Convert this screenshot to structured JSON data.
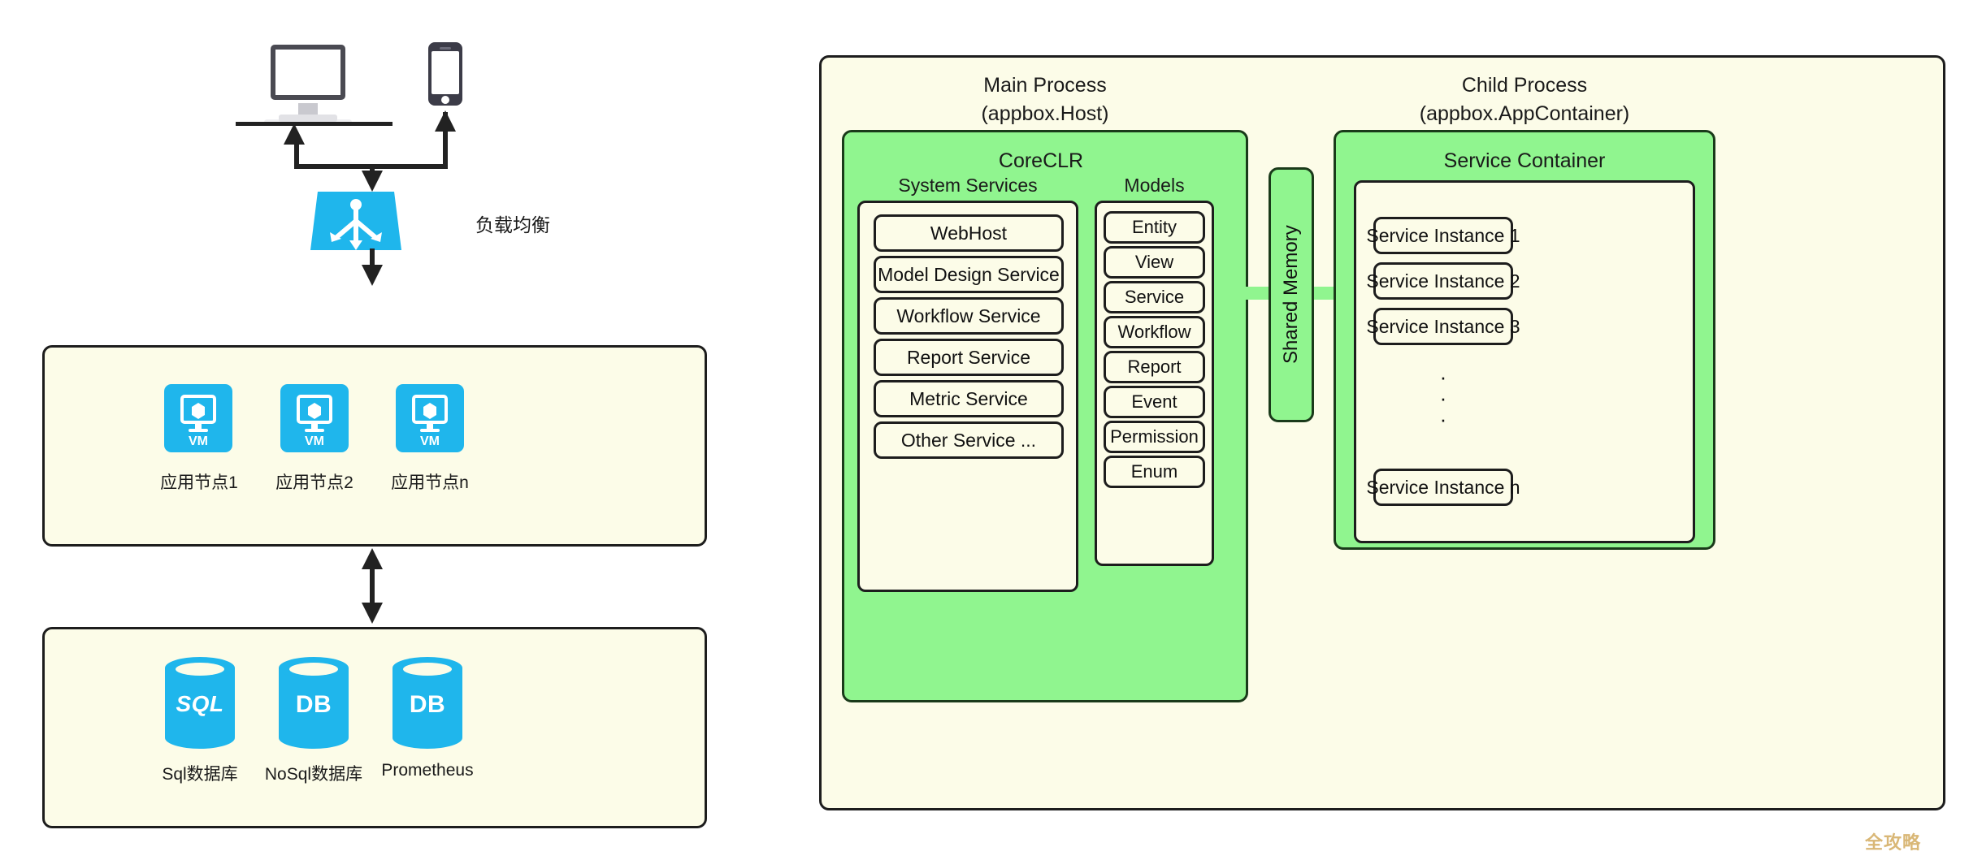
{
  "left": {
    "clients": [
      {
        "name": "desktop-monitor",
        "icon": "monitor-icon"
      },
      {
        "name": "mobile-phone",
        "icon": "phone-icon"
      }
    ],
    "load_balancer": {
      "label": "负载均衡",
      "icon": "load-balancer-icon",
      "color": "#1fb6ec"
    },
    "app_panel": {
      "nodes": [
        {
          "icon": "vm-icon",
          "badge": "VM",
          "label": "应用节点1"
        },
        {
          "icon": "vm-icon",
          "badge": "VM",
          "label": "应用节点2"
        },
        {
          "icon": "vm-icon",
          "badge": "VM",
          "label": "应用节点n"
        }
      ]
    },
    "db_panel": {
      "stores": [
        {
          "icon": "database-icon",
          "badge": "SQL",
          "label": "Sql数据库"
        },
        {
          "icon": "database-icon",
          "badge": "DB",
          "label": "NoSql数据库"
        },
        {
          "icon": "database-icon",
          "badge": "DB",
          "label": "Prometheus"
        }
      ]
    }
  },
  "right": {
    "main_process": {
      "title_line1": "Main Process",
      "title_line2": "(appbox.Host)",
      "coreclr": {
        "title": "CoreCLR",
        "system_services": {
          "title": "System Services",
          "items": [
            "WebHost",
            "Model Design Service",
            "Workflow Service",
            "Report Service",
            "Metric Service",
            "Other Service ..."
          ]
        },
        "models": {
          "title": "Models",
          "items": [
            "Entity",
            "View",
            "Service",
            "Workflow",
            "Report",
            "Event",
            "Permission",
            "Enum"
          ]
        }
      }
    },
    "shared_memory": {
      "label": "Shared Memory",
      "color": "#90f58f"
    },
    "child_process": {
      "title_line1": "Child Process",
      "title_line2": "(appbox.AppContainer)",
      "service_container": {
        "title": "Service Container",
        "instances_top": [
          "Service Instance 1",
          "Service Instance 2",
          "Service Instance 3"
        ],
        "ellipsis": "···",
        "instances_bottom": [
          "Service Instance n"
        ]
      }
    }
  },
  "watermark": {
    "text": "全攻略",
    "color": "#d9b776"
  }
}
